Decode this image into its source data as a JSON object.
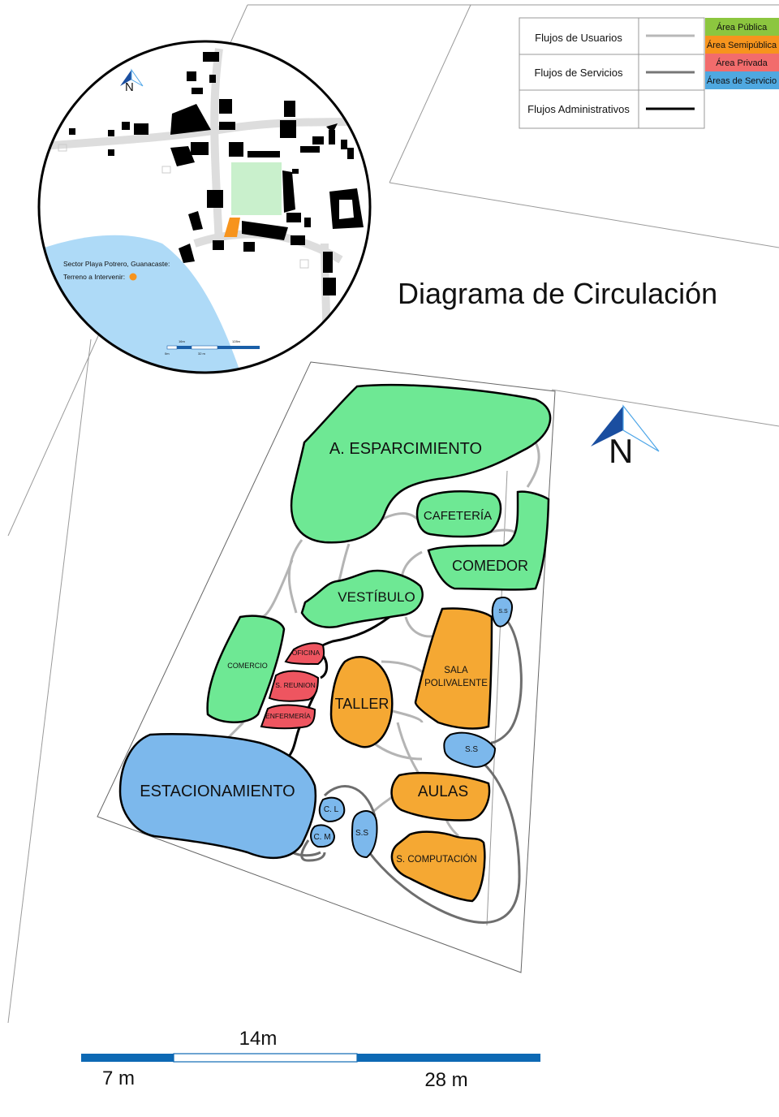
{
  "title": "Diagrama de Circulación",
  "legend": {
    "flows": [
      {
        "label": "Flujos de Usuarios",
        "color": "#b8b8b8"
      },
      {
        "label": "Flujos de Servicios",
        "color": "#777777"
      },
      {
        "label": "Flujos Administrativos",
        "color": "#000000"
      }
    ],
    "areas": [
      {
        "label": "Área Pública",
        "color": "#8cc63f"
      },
      {
        "label": "Área Semipública",
        "color": "#f7941d"
      },
      {
        "label": "Área Privada",
        "color": "#f26c6c"
      },
      {
        "label": "Áreas de Servicio",
        "color": "#4fa8e0"
      }
    ]
  },
  "location_map": {
    "site_caption": "Sector Playa Potrero, Guanacaste:",
    "terrain_caption": "Terreno a Intervenir:",
    "north": "N",
    "scale": {
      "a": "16m",
      "b": "128m",
      "c": "0m",
      "d": "32 m"
    }
  },
  "north": "N",
  "zones": {
    "esparcimiento": "A.  ESPARCIMIENTO",
    "cafeteria": "CAFETERÍA",
    "comedor": "COMEDOR",
    "vestibulo": "VESTÍBULO",
    "comercio": "COMERCIO",
    "oficina": "OFICINA",
    "reunion": "S. REUNION",
    "enfermeria": "ENFERMERÍA",
    "taller": "TALLER",
    "sala_1": "SALA",
    "sala_2": "POLIVALENTE",
    "ss_top": "S.S",
    "ss_mid": "S.S",
    "ss_low": "S.S",
    "aulas": "AULAS",
    "computacion": "S. COMPUTACIÓN",
    "estacionamiento": "ESTACIONAMIENTO",
    "cl": "C. L",
    "cm": "C. M"
  },
  "colors": {
    "public": "#6ee894",
    "semi": "#f5a833",
    "private": "#ee5560",
    "service": "#7cb8ec"
  },
  "scale": {
    "mid": "14m",
    "left": "7 m",
    "right": "28 m"
  }
}
